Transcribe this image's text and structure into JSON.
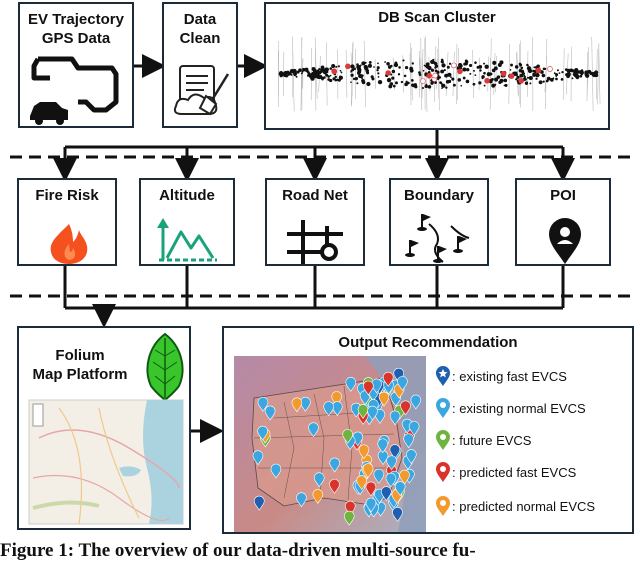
{
  "top": {
    "ev_title": "EV Trajectory\nGPS Data",
    "clean_title": "Data\nClean",
    "cluster_title": "DB Scan Cluster"
  },
  "sources": [
    {
      "label": "Fire Risk",
      "icon": "fire-icon",
      "color": "#f4511e"
    },
    {
      "label": "Altitude",
      "icon": "altitude-icon",
      "color": "#1aa37a"
    },
    {
      "label": "Road Net",
      "icon": "road-net-icon",
      "color": "#111111"
    },
    {
      "label": "Boundary",
      "icon": "boundary-flags-icon",
      "color": "#111111"
    },
    {
      "label": "POI",
      "icon": "poi-pin-icon",
      "color": "#111111"
    }
  ],
  "folium": {
    "title": "Folium\nMap Platform",
    "icon": "leaf-icon"
  },
  "output": {
    "title": "Output Recommendation",
    "legend": [
      {
        "label": ": existing fast EVCS",
        "color": "#1f5fb0"
      },
      {
        "label": ": existing normal EVCS",
        "color": "#3ba6e0"
      },
      {
        "label": ": future EVCS",
        "color": "#6fb43f"
      },
      {
        "label": ": predicted fast EVCS",
        "color": "#d9342b"
      },
      {
        "label": ": predicted normal EVCS",
        "color": "#f29a2e"
      }
    ]
  },
  "caption": "Figure 1: The overview of our data-driven multi-source fu-"
}
